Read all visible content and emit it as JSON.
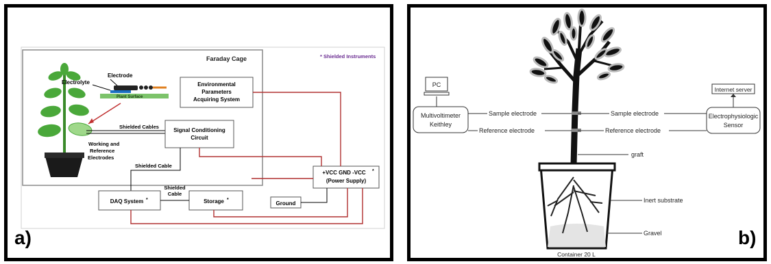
{
  "panel_a": {
    "label": "a)",
    "faraday_cage": "Faraday Cage",
    "shielded_note": "* Shielded Instruments",
    "electrode": "Electrode",
    "electrolyte": "Electrolyte",
    "plant_surface": "Plant Surface",
    "env_line1": "Environmental",
    "env_line2": "Parameters",
    "env_line3": "Acquiring System",
    "shielded_cables": "Shielded Cables",
    "working_line1": "Working and",
    "working_line2": "Reference",
    "working_line3": "Electrodes",
    "signal_line1": "Signal Conditioning",
    "signal_line2": "Circuit",
    "shielded_cable": "Shielded Cable",
    "power_line1": "+VCC GND -VCC",
    "power_star": "*",
    "power_line2": "(Power Supply)",
    "daq": "DAQ System",
    "daq_star": "*",
    "shielded_cable2_line1": "Shielded",
    "shielded_cable2_line2": "Cable",
    "storage": "Storage",
    "storage_star": "*",
    "ground": "Ground",
    "colors": {
      "wire": "#b03030",
      "accent_purple": "#6a2c91",
      "plant_green": "#3a8a2a",
      "pot": "#1a1a1a",
      "plant_surface": "#7cc36a",
      "electrolyte": "#1a6fc2"
    }
  },
  "panel_b": {
    "label": "b)",
    "pc": "PC",
    "multi_line1": "Multivoltimeter",
    "multi_line2": "Keithley",
    "sample_left": "Sample electrode",
    "reference_left": "Reference electrode",
    "sample_right": "Sample electrode",
    "reference_right": "Reference electrode",
    "internet": "Internet server",
    "electro_line1": "Electrophysiologic",
    "electro_line2": "Sensor",
    "graft": "graft",
    "inert": "Inert substrate",
    "gravel": "Gravel",
    "container": "Container 20 L"
  }
}
